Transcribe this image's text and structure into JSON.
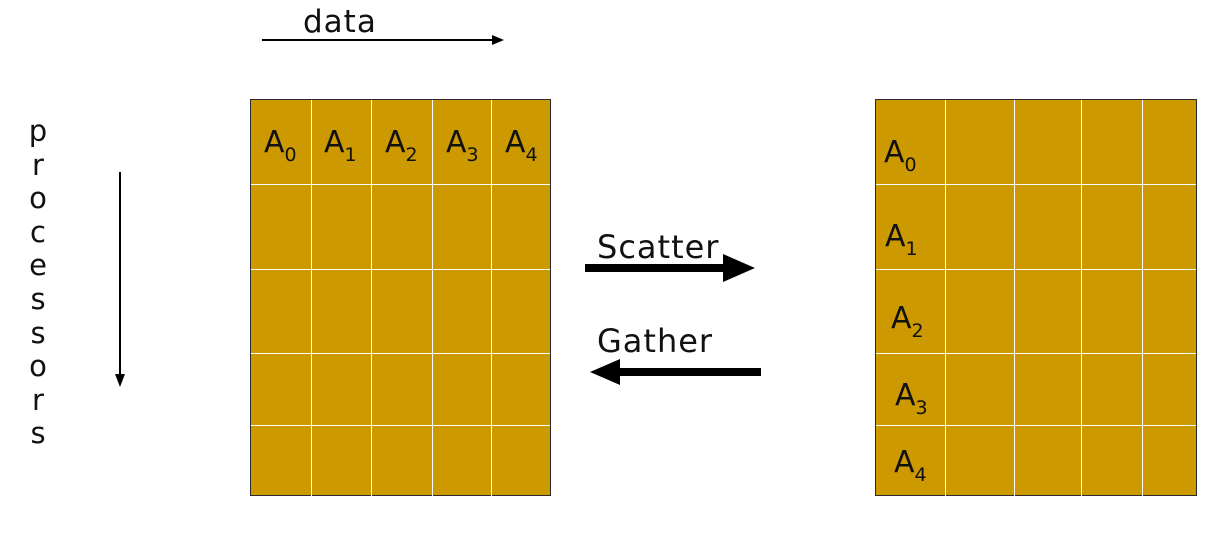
{
  "axes": {
    "data_label": "data",
    "processors_letters": [
      "p",
      "r",
      "o",
      "c",
      "e",
      "s",
      "s",
      "o",
      "r",
      "s"
    ]
  },
  "operations": {
    "scatter_label": "Scatter",
    "gather_label": "Gather"
  },
  "left_grid": {
    "rows": 5,
    "cols": 5,
    "items": [
      {
        "base": "A",
        "sub": "0"
      },
      {
        "base": "A",
        "sub": "1"
      },
      {
        "base": "A",
        "sub": "2"
      },
      {
        "base": "A",
        "sub": "3"
      },
      {
        "base": "A",
        "sub": "4"
      }
    ]
  },
  "right_grid": {
    "rows": 5,
    "cols": 5,
    "items": [
      {
        "base": "A",
        "sub": "0"
      },
      {
        "base": "A",
        "sub": "1"
      },
      {
        "base": "A",
        "sub": "2"
      },
      {
        "base": "A",
        "sub": "3"
      },
      {
        "base": "A",
        "sub": "4"
      }
    ]
  },
  "colors": {
    "cell_fill": "#cc9900",
    "cell_divider": "#ffffff",
    "arrow": "#000000"
  }
}
